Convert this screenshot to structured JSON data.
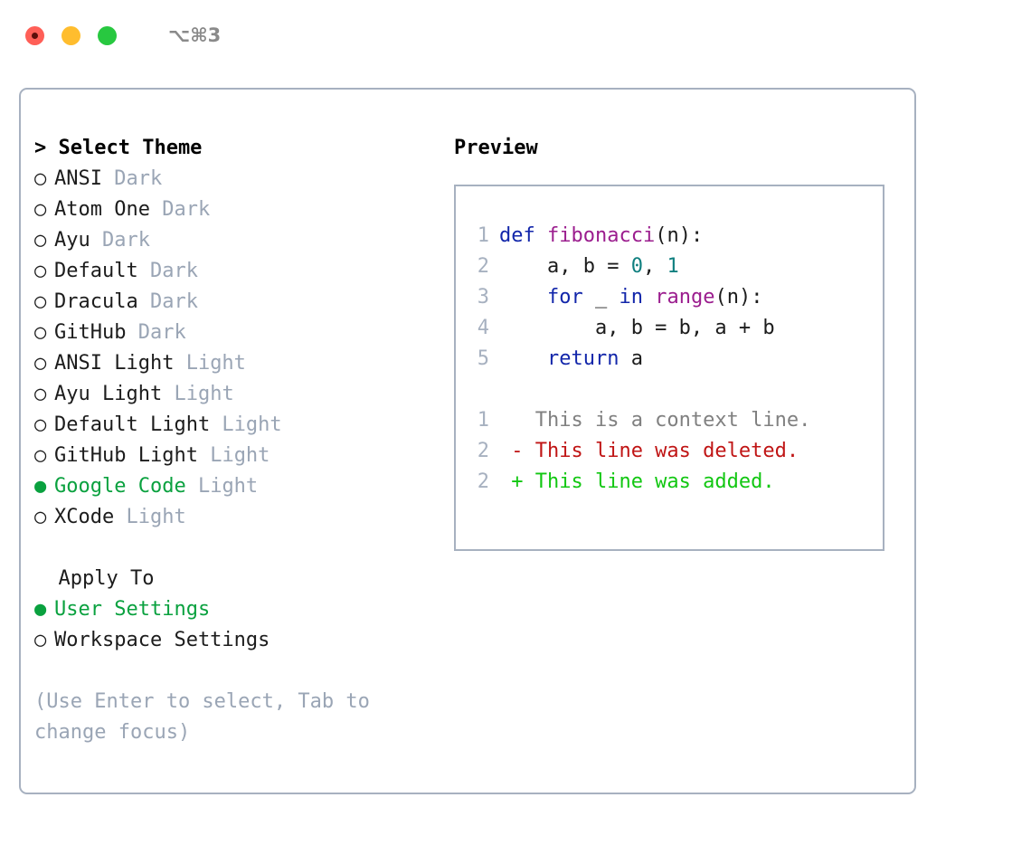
{
  "window": {
    "shortcut": "⌥⌘3",
    "traffic_lights": [
      {
        "name": "close",
        "color": "#ff5f57"
      },
      {
        "name": "minimize",
        "color": "#ffbd2e"
      },
      {
        "name": "maximize",
        "color": "#28c840"
      }
    ]
  },
  "theme_section": {
    "header": "> Select Theme",
    "focused": true,
    "selected_index": 10,
    "bullet_selected": "●",
    "bullet_unselected": "○",
    "items": [
      {
        "label": "ANSI",
        "variant": "Dark",
        "selected": false
      },
      {
        "label": "Atom One",
        "variant": "Dark",
        "selected": false
      },
      {
        "label": "Ayu",
        "variant": "Dark",
        "selected": false
      },
      {
        "label": "Default",
        "variant": "Dark",
        "selected": false
      },
      {
        "label": "Dracula",
        "variant": "Dark",
        "selected": false
      },
      {
        "label": "GitHub",
        "variant": "Dark",
        "selected": false
      },
      {
        "label": "ANSI Light",
        "variant": "Light",
        "selected": false
      },
      {
        "label": "Ayu Light",
        "variant": "Light",
        "selected": false
      },
      {
        "label": "Default Light",
        "variant": "Light",
        "selected": false
      },
      {
        "label": "GitHub Light",
        "variant": "Light",
        "selected": false
      },
      {
        "label": "Google Code",
        "variant": "Light",
        "selected": true
      },
      {
        "label": "XCode",
        "variant": "Light",
        "selected": false
      }
    ]
  },
  "apply_section": {
    "header": "  Apply To",
    "focused": false,
    "items": [
      {
        "label": "User Settings",
        "selected": true
      },
      {
        "label": "Workspace Settings",
        "selected": false
      }
    ]
  },
  "hint": "(Use Enter to select, Tab to change focus)",
  "preview": {
    "title": "Preview",
    "code_lines": [
      {
        "number": "1",
        "tokens": [
          {
            "text": "def ",
            "type": "kw"
          },
          {
            "text": "fibonacci",
            "type": "fn"
          },
          {
            "text": "(n):",
            "type": "pln"
          }
        ]
      },
      {
        "number": "2",
        "tokens": [
          {
            "text": "    a, b = ",
            "type": "pln"
          },
          {
            "text": "0",
            "type": "num"
          },
          {
            "text": ", ",
            "type": "pln"
          },
          {
            "text": "1",
            "type": "num"
          }
        ]
      },
      {
        "number": "3",
        "tokens": [
          {
            "text": "    ",
            "type": "pln"
          },
          {
            "text": "for",
            "type": "kw"
          },
          {
            "text": " _ ",
            "type": "pln"
          },
          {
            "text": "in",
            "type": "kw"
          },
          {
            "text": " ",
            "type": "pln"
          },
          {
            "text": "range",
            "type": "fn"
          },
          {
            "text": "(n):",
            "type": "pln"
          }
        ]
      },
      {
        "number": "4",
        "tokens": [
          {
            "text": "        a, b = b, a + b",
            "type": "pln"
          }
        ]
      },
      {
        "number": "5",
        "tokens": [
          {
            "text": "    ",
            "type": "pln"
          },
          {
            "text": "return",
            "type": "kw"
          },
          {
            "text": " a",
            "type": "pln"
          }
        ]
      }
    ],
    "diff_lines": [
      {
        "number": "1",
        "marker": "  ",
        "text": "This is a context line.",
        "type": "ctx"
      },
      {
        "number": "2",
        "marker": "- ",
        "text": "This line was deleted.",
        "type": "del"
      },
      {
        "number": "2",
        "marker": "+ ",
        "text": "This line was added.",
        "type": "add"
      }
    ]
  },
  "colors": {
    "accent_green": "#0aa13f",
    "border": "#a7b1c0",
    "muted_text": "#9aa5b5",
    "keyword": "#1226aa",
    "function": "#9b1d8e",
    "number": "#0f7f7f",
    "diff_add": "#12c712",
    "diff_del": "#c01515",
    "diff_ctx": "#808080"
  }
}
